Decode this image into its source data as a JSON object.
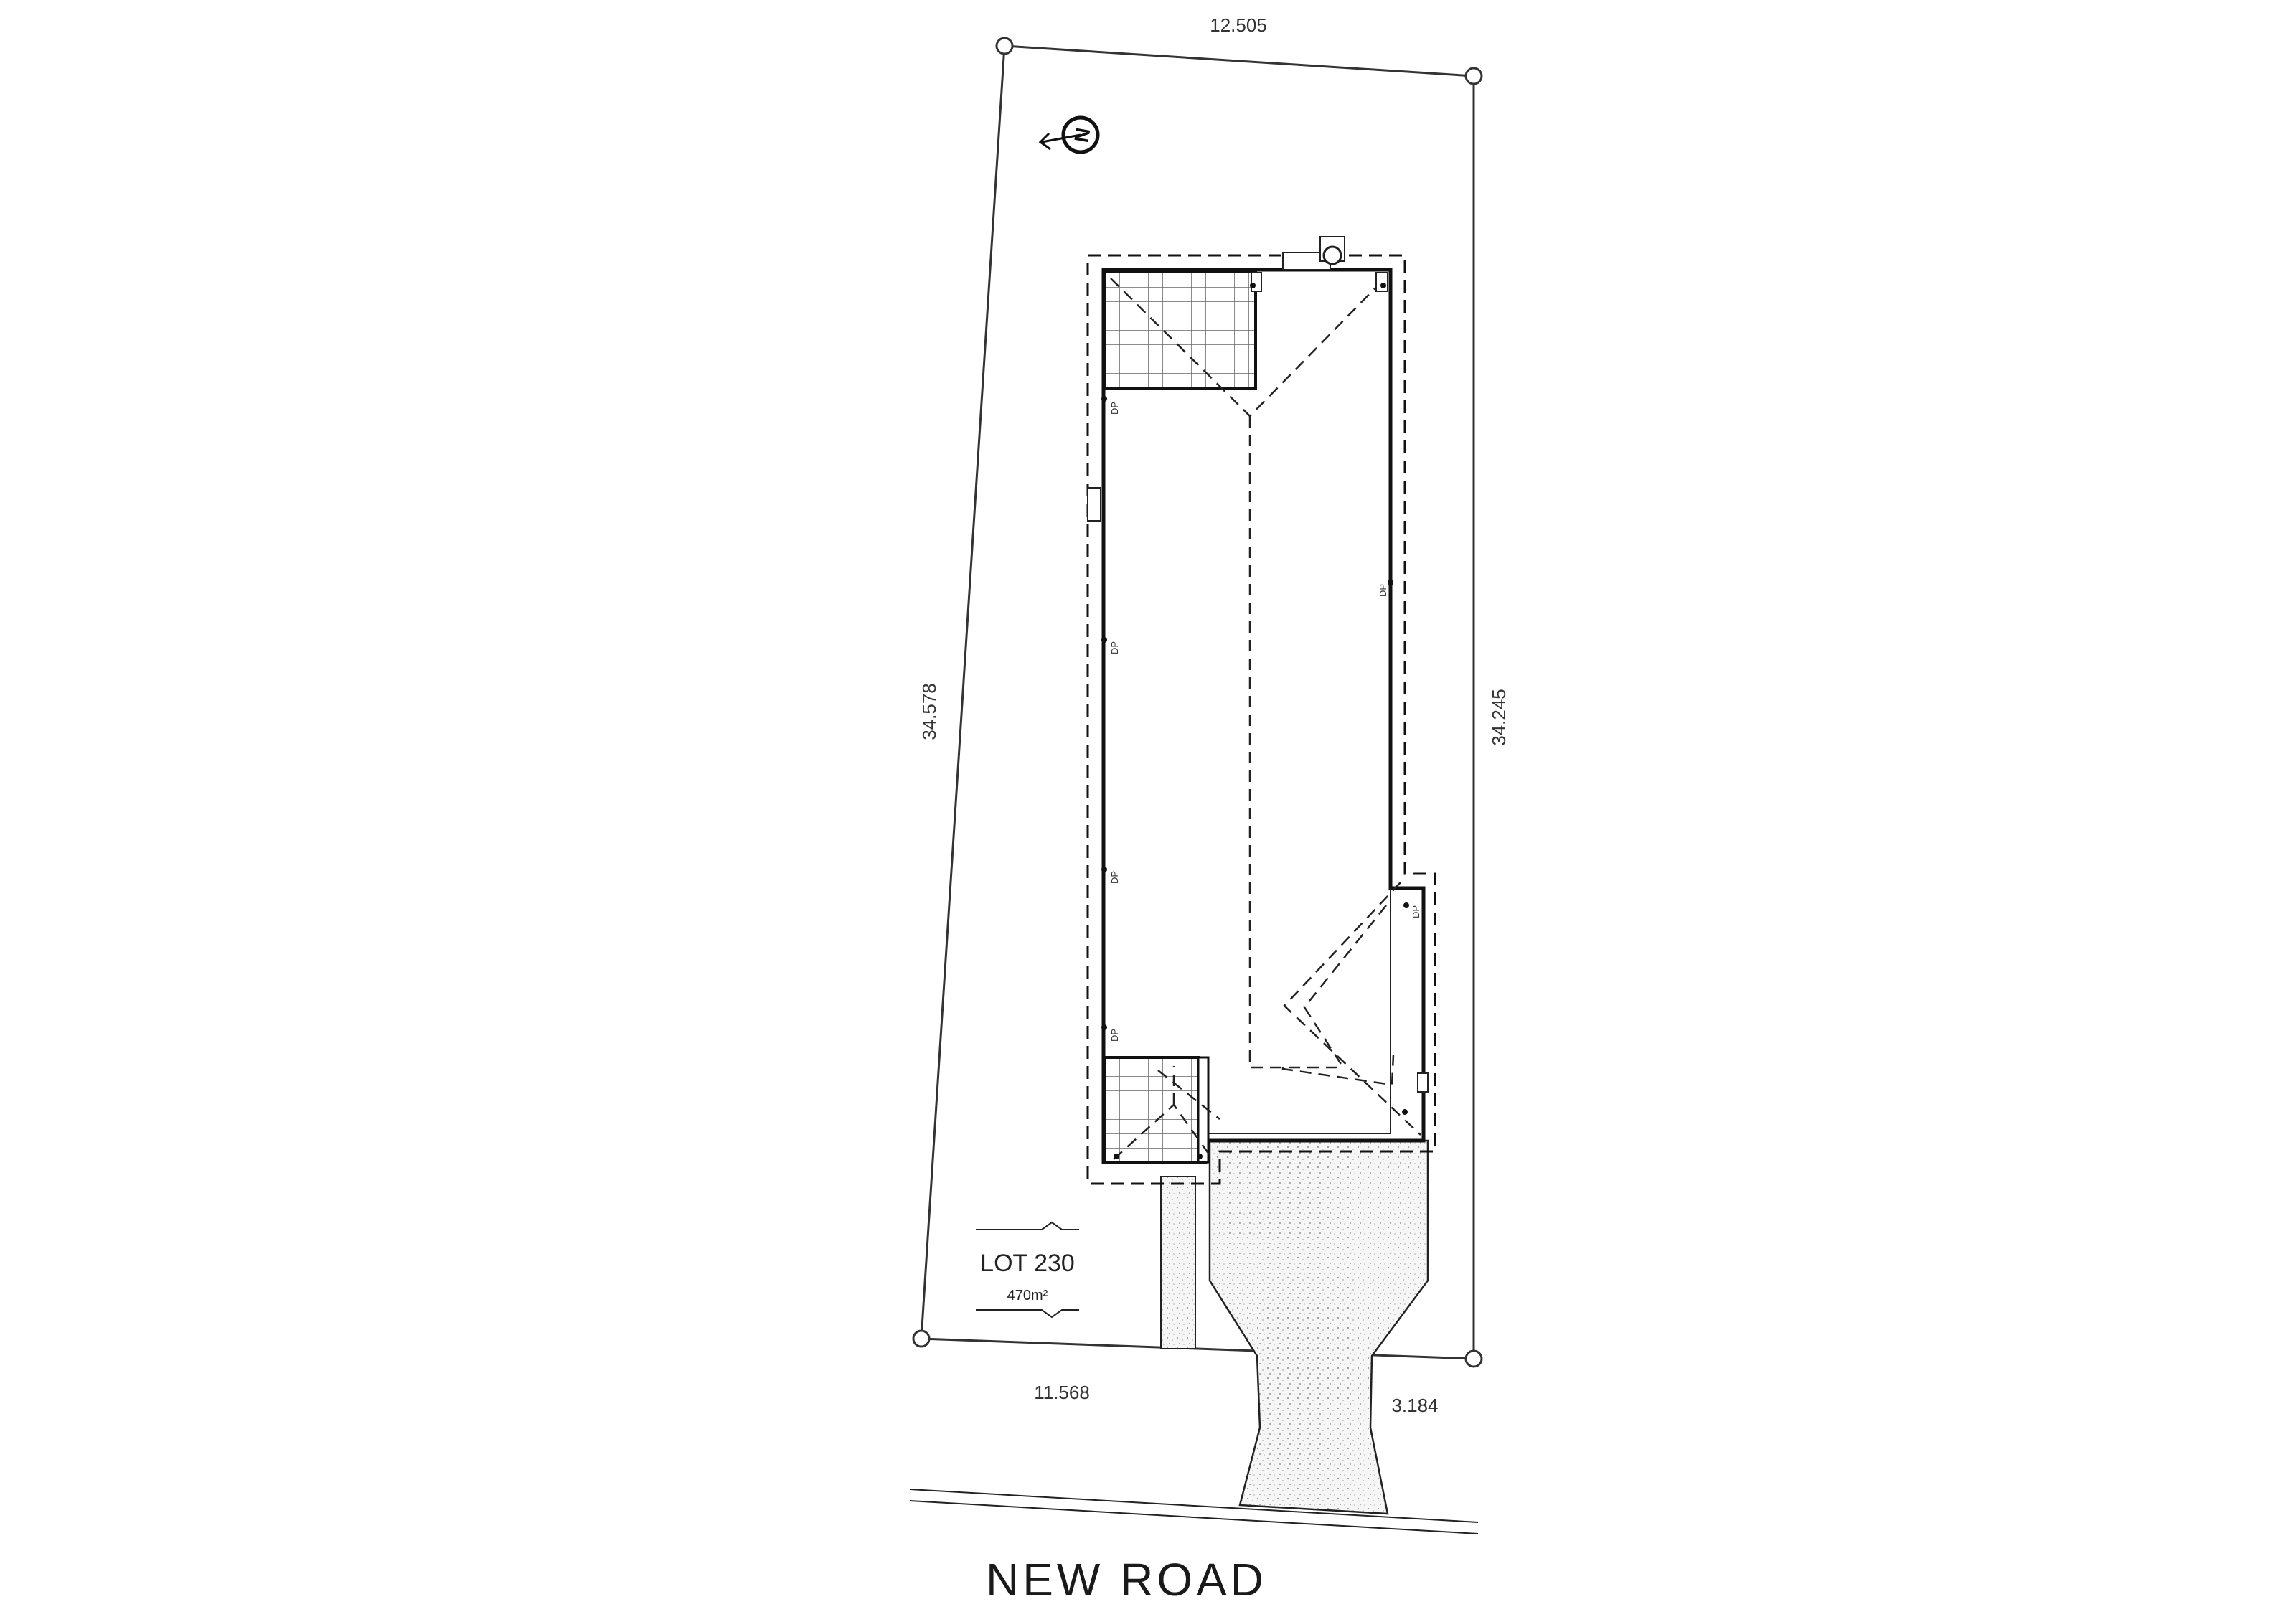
{
  "dimensions": {
    "top": "12.505",
    "left": "34.578",
    "right": "34.245",
    "bottom_left": "11.568",
    "bottom_right": "3.184"
  },
  "lot": {
    "name": "LOT 230",
    "area": "470m²"
  },
  "road": {
    "name": "NEW ROAD"
  },
  "downpipe_label": "DP",
  "north_arrow": {
    "letter": "N",
    "icon": "north-arrow-icon"
  }
}
